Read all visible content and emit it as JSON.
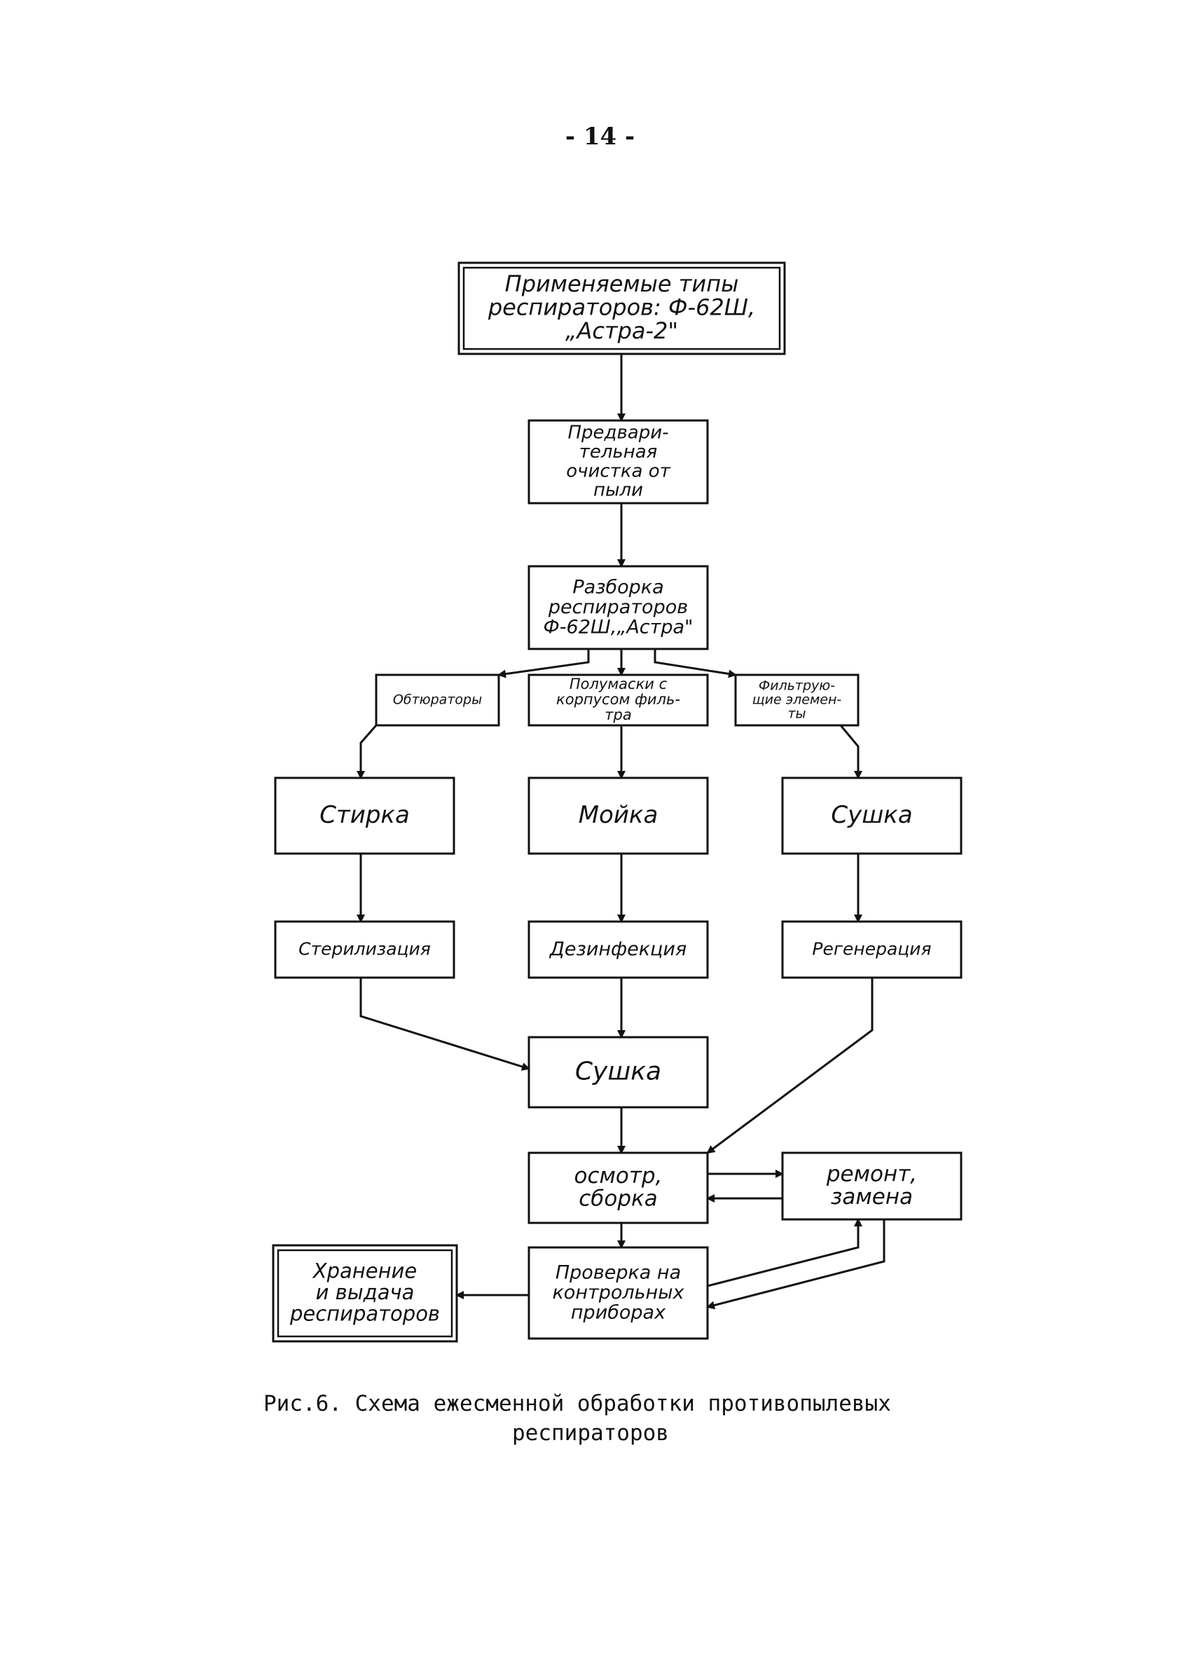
{
  "page": {
    "number": "- 14 -"
  },
  "diagram": {
    "nodes": [
      {
        "id": "types",
        "lines": [
          "Применяемые типы",
          "респираторов: Ф-62Ш,",
          "„Астра-2\""
        ]
      },
      {
        "id": "precleaning",
        "lines": [
          "Предвари-",
          "тельная",
          "очистка от",
          "пыли"
        ]
      },
      {
        "id": "disassembly",
        "lines": [
          "Разборка",
          "респираторов",
          "Ф-62Ш,„Астра\""
        ]
      },
      {
        "id": "obturators",
        "lines": [
          "Обтюраторы"
        ]
      },
      {
        "id": "halfmasks",
        "lines": [
          "Полумаски с",
          "корпусом филь-",
          "тра"
        ]
      },
      {
        "id": "filters",
        "lines": [
          "Фильтрую-",
          "щие элемен-",
          "ты"
        ]
      },
      {
        "id": "washing_laundry",
        "lines": [
          "Стирка"
        ]
      },
      {
        "id": "washing",
        "lines": [
          "Мойка"
        ]
      },
      {
        "id": "drying_filters",
        "lines": [
          "Сушка"
        ]
      },
      {
        "id": "sterilization",
        "lines": [
          "Стерилизация"
        ]
      },
      {
        "id": "disinfection",
        "lines": [
          "Дезинфекция"
        ]
      },
      {
        "id": "regeneration",
        "lines": [
          "Регенерация"
        ]
      },
      {
        "id": "drying",
        "lines": [
          "Сушка"
        ]
      },
      {
        "id": "inspection",
        "lines": [
          "осмотр,",
          "сборка"
        ]
      },
      {
        "id": "repair",
        "lines": [
          "ремонт,",
          "замена"
        ]
      },
      {
        "id": "check",
        "lines": [
          "Проверка на",
          "контрольных",
          "приборах"
        ]
      },
      {
        "id": "storage",
        "lines": [
          "Хранение",
          "и выдача",
          "респираторов"
        ]
      }
    ],
    "edges": [
      {
        "from": "types",
        "to": "precleaning"
      },
      {
        "from": "precleaning",
        "to": "disassembly"
      },
      {
        "from": "disassembly",
        "to": "obturators"
      },
      {
        "from": "disassembly",
        "to": "halfmasks"
      },
      {
        "from": "disassembly",
        "to": "filters"
      },
      {
        "from": "obturators",
        "to": "washing_laundry"
      },
      {
        "from": "halfmasks",
        "to": "washing"
      },
      {
        "from": "filters",
        "to": "drying_filters"
      },
      {
        "from": "washing_laundry",
        "to": "sterilization"
      },
      {
        "from": "washing",
        "to": "disinfection"
      },
      {
        "from": "drying_filters",
        "to": "regeneration"
      },
      {
        "from": "sterilization",
        "to": "drying"
      },
      {
        "from": "disinfection",
        "to": "drying"
      },
      {
        "from": "regeneration",
        "to": "inspection"
      },
      {
        "from": "drying",
        "to": "inspection"
      },
      {
        "from": "inspection",
        "to": "repair"
      },
      {
        "from": "repair",
        "to": "inspection"
      },
      {
        "from": "inspection",
        "to": "check"
      },
      {
        "from": "check",
        "to": "repair"
      },
      {
        "from": "repair",
        "to": "check"
      },
      {
        "from": "check",
        "to": "storage"
      }
    ]
  },
  "caption": {
    "line1": "Рис.6. Схема ежесменной обработки противопылевых",
    "line2": "респираторов"
  }
}
